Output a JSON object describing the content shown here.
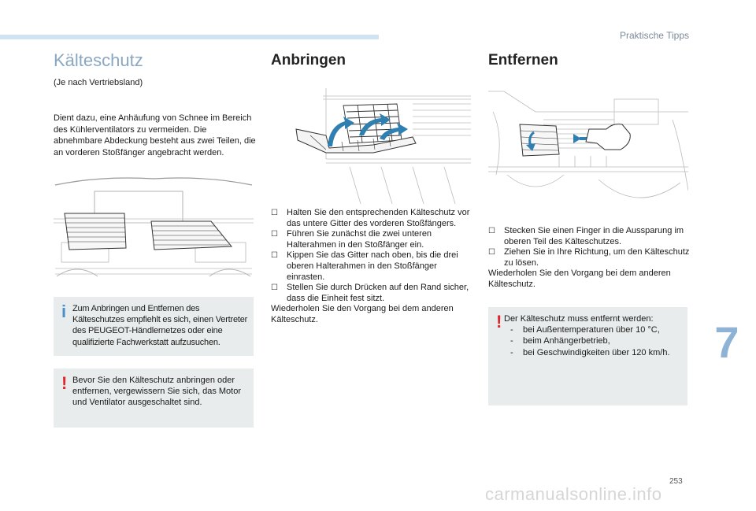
{
  "header": {
    "section": "Praktische Tipps"
  },
  "left": {
    "title": "Kälteschutz",
    "subtitle": "(Je nach Vertriebsland)",
    "intro": "Dient dazu, eine Anhäufung von Schnee im Bereich des Kühlerventilators zu vermeiden. Die abnehmbare Abdeckung besteht aus zwei Teilen, die an vorderen Stoßfänger angebracht werden.",
    "info_box": {
      "icon": "info-icon",
      "text": "Zum Anbringen und Entfernen des Kälteschutzes empfiehlt es sich, einen Vertreter des PEUGEOT-Händlernetzes oder eine qualifizierte Fachwerkstatt aufzusuchen."
    },
    "warning_box": {
      "icon": "warning-icon",
      "text": "Bevor Sie den Kälteschutz anbringen oder entfernen, vergewissern Sie sich, das Motor und Ventilator ausgeschaltet sind."
    }
  },
  "middle": {
    "title": "Anbringen",
    "steps": [
      "Halten Sie den entsprechenden Kälteschutz vor das untere Gitter des vorderen Stoßfängers.",
      "Führen Sie zunächst die zwei unteren Halterahmen in den Stoßfänger ein.",
      "Kippen Sie das Gitter nach oben, bis die drei oberen Halterahmen in den Stoßfänger einrasten.",
      "Stellen Sie durch Drücken auf den Rand sicher, dass die Einheit fest sitzt."
    ],
    "closing": "Wiederholen Sie den Vorgang bei dem anderen Kälteschutz."
  },
  "right": {
    "title": "Entfernen",
    "steps": [
      "Stecken Sie einen Finger in die Aussparung im oberen Teil des Kälteschutzes.",
      "Ziehen Sie in Ihre Richtung, um den Kälteschutz zu lösen."
    ],
    "closing": "Wiederholen Sie den Vorgang bei dem anderen Kälteschutz.",
    "warning_box": {
      "icon": "warning-icon",
      "intro": "Der Kälteschutz muss entfernt werden:",
      "bullets": [
        "bei Außentemperaturen über 10 °C,",
        "beim Anhängerbetrieb,",
        "bei Geschwindigkeiten über 120 km/h."
      ]
    }
  },
  "colors": {
    "accent_blue": "#8aa7c2",
    "info_blue": "#4a90c8",
    "warning_red": "#e0262d",
    "box_bg": "#e9ecec"
  },
  "footer": {
    "chapter": "7",
    "page": "253",
    "watermark": "carmanualsonline.info"
  }
}
